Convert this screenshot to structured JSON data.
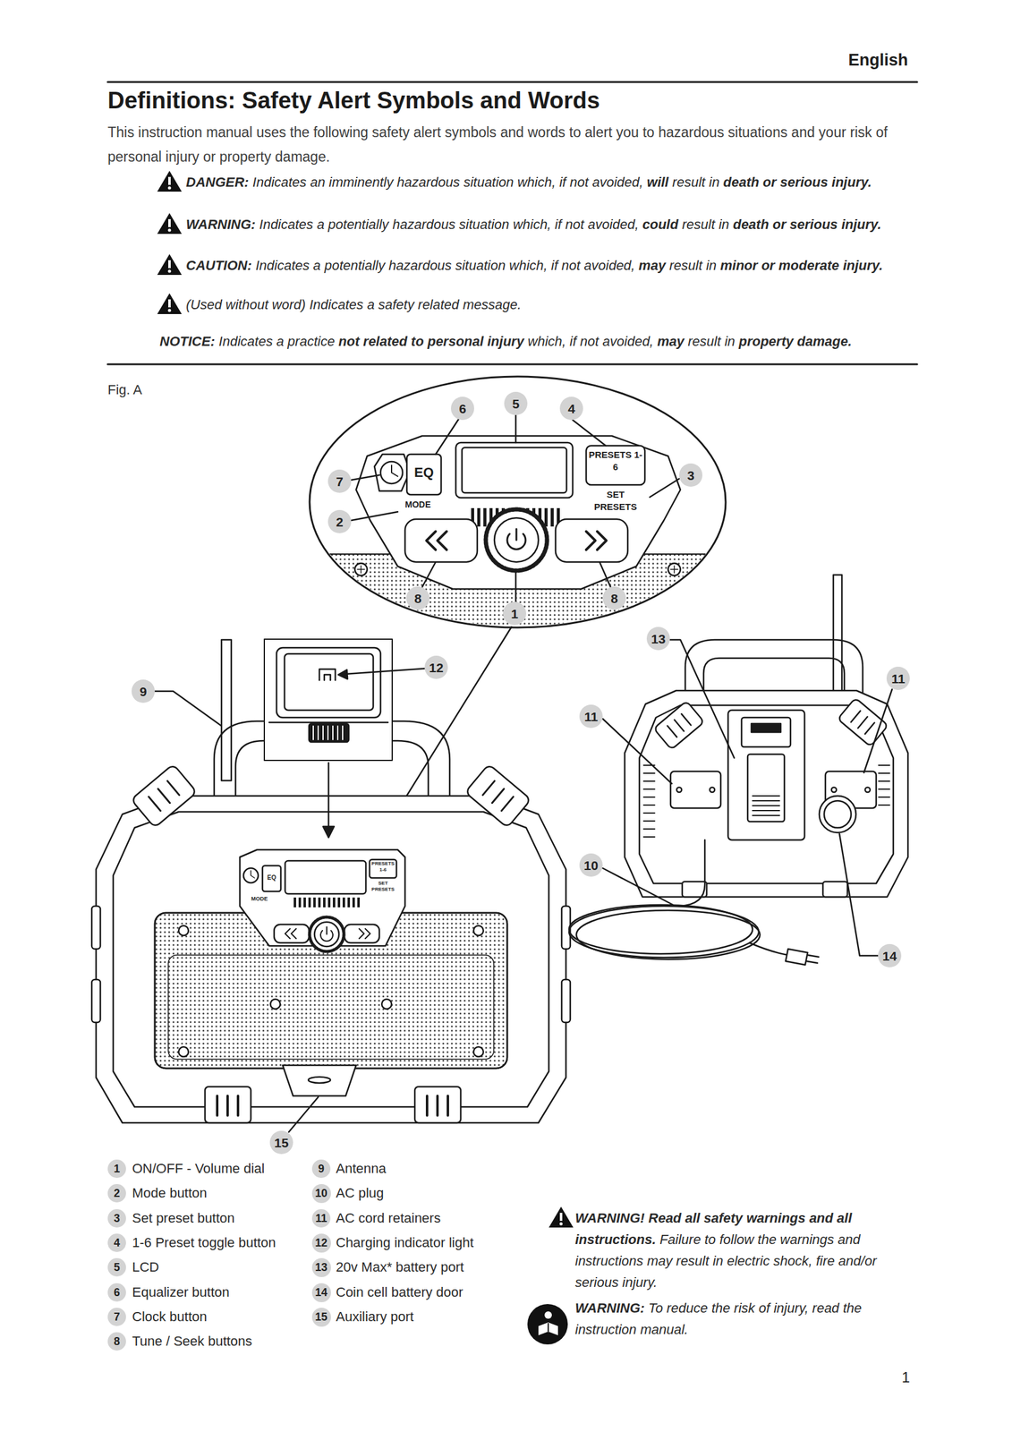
{
  "diagram": {
    "title": "Definitions: Safety Alert Symbols and Words",
    "nodes": [
      {
        "text": [
          "6"
        ]
      },
      {
        "text": [
          "5"
        ]
      },
      {
        "text": [
          "4"
        ]
      },
      {
        "text": [
          "7"
        ]
      },
      {
        "text": [
          "3"
        ]
      },
      {
        "text": [
          "2"
        ]
      },
      {
        "text": [
          "8"
        ]
      },
      {
        "text": [
          "1"
        ]
      },
      {
        "text": [
          "8"
        ]
      },
      {
        "text": [
          "13"
        ]
      },
      {
        "text": [
          "12"
        ]
      },
      {
        "text": [
          "9"
        ]
      },
      {
        "text": [
          "11"
        ]
      },
      {
        "text": [
          "11"
        ]
      },
      {
        "text": [
          "10"
        ]
      },
      {
        "text": [
          "14"
        ]
      },
      {
        "text": [
          "15"
        ]
      },
      {
        "text": [
          "1"
        ]
      },
      {
        "text": [
          "2"
        ]
      },
      {
        "text": [
          "3"
        ]
      },
      {
        "text": [
          "4"
        ]
      },
      {
        "text": [
          "5"
        ]
      },
      {
        "text": [
          "6"
        ]
      },
      {
        "text": [
          "7"
        ]
      },
      {
        "text": [
          "8"
        ]
      },
      {
        "text": [
          "9"
        ]
      },
      {
        "text": [
          "10"
        ]
      },
      {
        "text": [
          "11"
        ]
      },
      {
        "text": [
          "12"
        ]
      },
      {
        "text": [
          "13"
        ]
      },
      {
        "text": [
          "14"
        ]
      },
      {
        "text": [
          "15"
        ]
      }
    ],
    "labels": [
      "English",
      "This instruction manual uses the following safety alert symbols and words to alert you to hazardous situations and your risk of personal injury or property damage.",
      "DANGER:",
      "Indicates an imminently hazardous situation which, if not avoided,",
      "will",
      "result in",
      "death or serious injury.",
      "WARNING:",
      "Indicates a potentially hazardous situation which, if not avoided,",
      "could",
      "result in",
      "death or serious injury.",
      "CAUTION:",
      "Indicates a potentially hazardous situation which, if not avoided,",
      "may",
      "result in",
      "minor or moderate injury.",
      "(Used without word) Indicates a safety related message.",
      "NOTICE:",
      "Indicates a practice",
      "not related to personal injury",
      "which, if not avoided,",
      "may",
      "result in",
      "property damage.",
      "Fig. A",
      "EQ",
      "MODE",
      "PRESETS 1-6",
      "SET PRESETS",
      "EQ",
      "MODE",
      "PRESETS 1-6",
      "SET PRESETS",
      "ON/OFF - Volume dial",
      "Mode button",
      "Set preset button",
      "1-6 Preset toggle button",
      "LCD",
      "Equalizer button",
      "Clock button",
      "Tune / Seek buttons",
      "Antenna",
      "AC plug",
      "AC cord retainers",
      "Charging indicator light",
      "20v Max* battery port",
      "Coin cell battery door",
      "Auxiliary port",
      "WARNING! Read all safety warnings and all instructions.",
      "Failure to follow the warnings and instructions may result in electric shock, fire and/or serious injury.",
      "WARNING:",
      "To reduce the risk of injury, read the instruction manual.",
      "1"
    ]
  }
}
